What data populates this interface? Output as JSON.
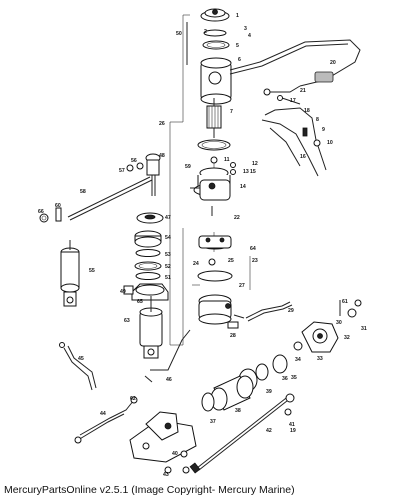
{
  "footer": {
    "text": "MercuryPartsOnline v2.5.1 (Image Copyright- Mercury Marine)"
  },
  "callouts": [
    "1",
    "2",
    "3",
    "4",
    "5",
    "6",
    "7",
    "8",
    "9",
    "10",
    "11",
    "12",
    "13",
    "14",
    "15",
    "16",
    "17",
    "18",
    "19",
    "20",
    "21",
    "22",
    "23",
    "24",
    "25",
    "26",
    "27",
    "28",
    "29",
    "30",
    "31",
    "32",
    "33",
    "34",
    "35",
    "36",
    "37",
    "38",
    "39",
    "40",
    "41",
    "42",
    "43",
    "44",
    "45",
    "46",
    "47",
    "48",
    "49",
    "50",
    "51",
    "52",
    "53",
    "54",
    "55",
    "56",
    "57",
    "58",
    "59",
    "60",
    "61",
    "62",
    "63",
    "64",
    "65",
    "66"
  ]
}
